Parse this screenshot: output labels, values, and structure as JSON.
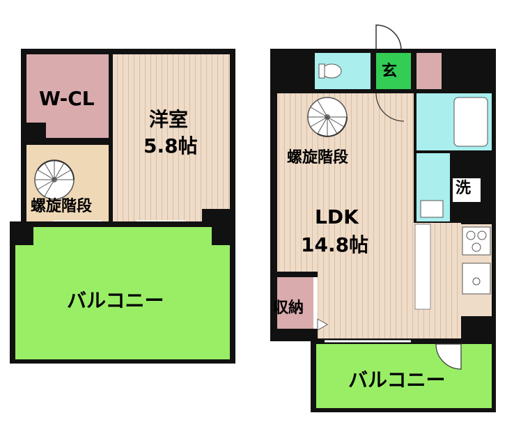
{
  "upper_floor": {
    "walk_in_closet_label": "W-CL",
    "western_room_label": "洋室",
    "western_room_size": "5.8帖",
    "spiral_stairs_label": "螺旋階段",
    "balcony_label": "バルコニー"
  },
  "lower_floor": {
    "entrance_label": "玄",
    "spiral_stairs_label": "螺旋階段",
    "ldk_label": "LDK",
    "ldk_size": "14.8帖",
    "washroom_label": "洗",
    "storage_label": "収納",
    "balcony_label": "バルコニー"
  },
  "colors": {
    "wall": "#111111",
    "floor_wood": "#efdcc8",
    "floor_wood_line": "#c8a98a",
    "closet_pink": "#d9abad",
    "stair_room": "#efd8b6",
    "balcony_green": "#99ee66",
    "water_blue": "#aaeeee",
    "entrance_green": "#33cc55"
  }
}
